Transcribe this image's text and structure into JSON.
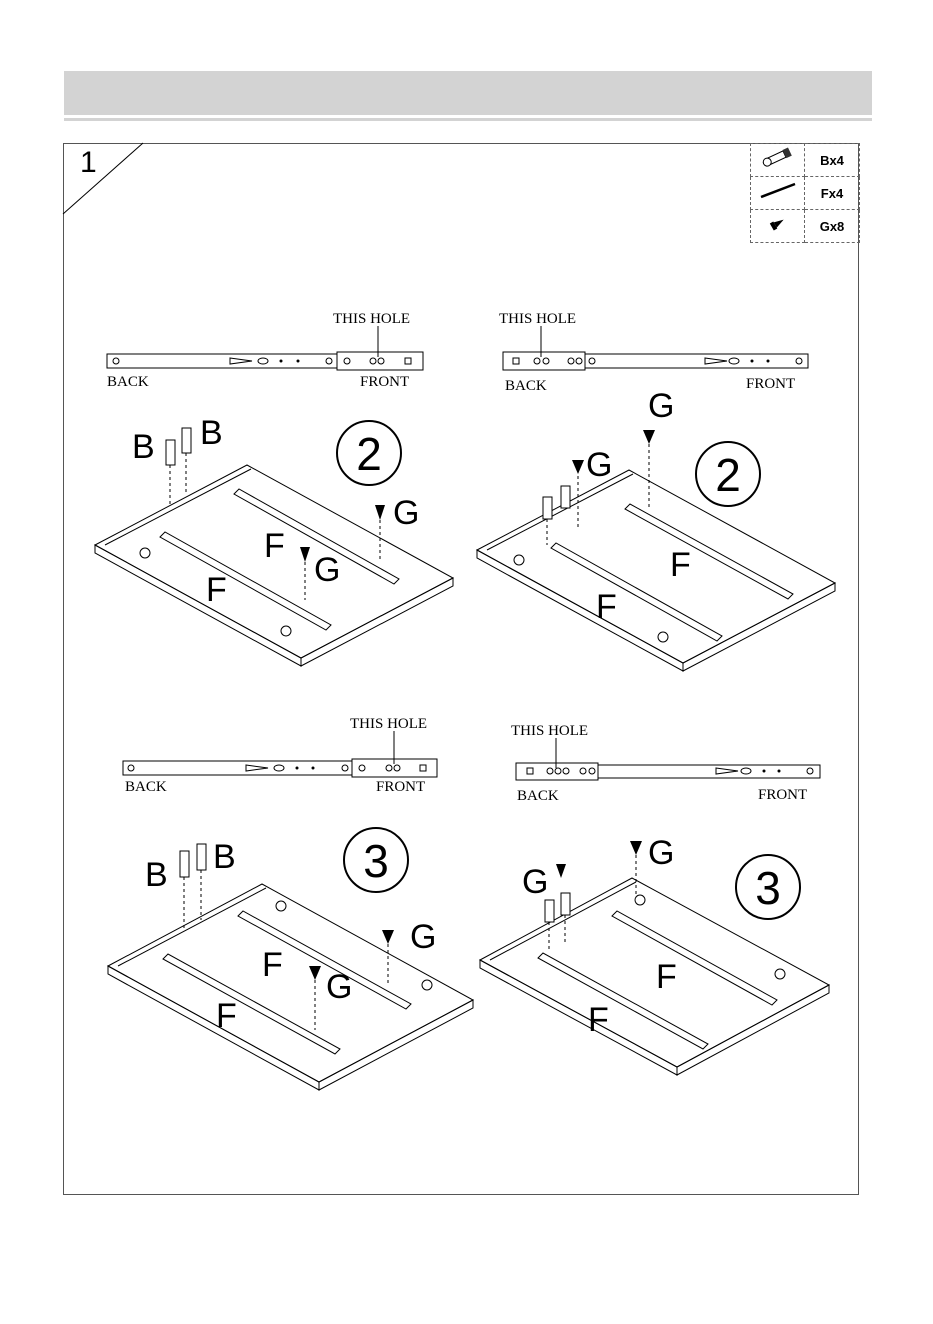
{
  "step": {
    "number": "1"
  },
  "parts": [
    {
      "icon": "cam-bolt-icon",
      "label": "Bx4"
    },
    {
      "icon": "long-screw-icon",
      "label": "Fx4"
    },
    {
      "icon": "short-screw-icon",
      "label": "Gx8"
    }
  ],
  "panels": [
    {
      "rail_label": "THIS HOLE",
      "back": "BACK",
      "front": "FRONT",
      "circle": "2",
      "letters": {
        "b1": "B",
        "b2": "B",
        "g1": "G",
        "g2": "G",
        "f1": "F",
        "f2": "F"
      }
    },
    {
      "rail_label": "THIS HOLE",
      "back": "BACK",
      "front": "FRONT",
      "circle": "2",
      "letters": {
        "g1": "G",
        "g2": "G",
        "f1": "F",
        "f2": "F"
      }
    },
    {
      "rail_label": "THIS HOLE",
      "back": "BACK",
      "front": "FRONT",
      "circle": "3",
      "letters": {
        "b1": "B",
        "b2": "B",
        "g1": "G",
        "g2": "G",
        "f1": "F",
        "f2": "F"
      }
    },
    {
      "rail_label": "THIS HOLE",
      "back": "BACK",
      "front": "FRONT",
      "circle": "3",
      "letters": {
        "g1": "G",
        "g2": "G",
        "f1": "F",
        "f2": "F"
      }
    }
  ]
}
